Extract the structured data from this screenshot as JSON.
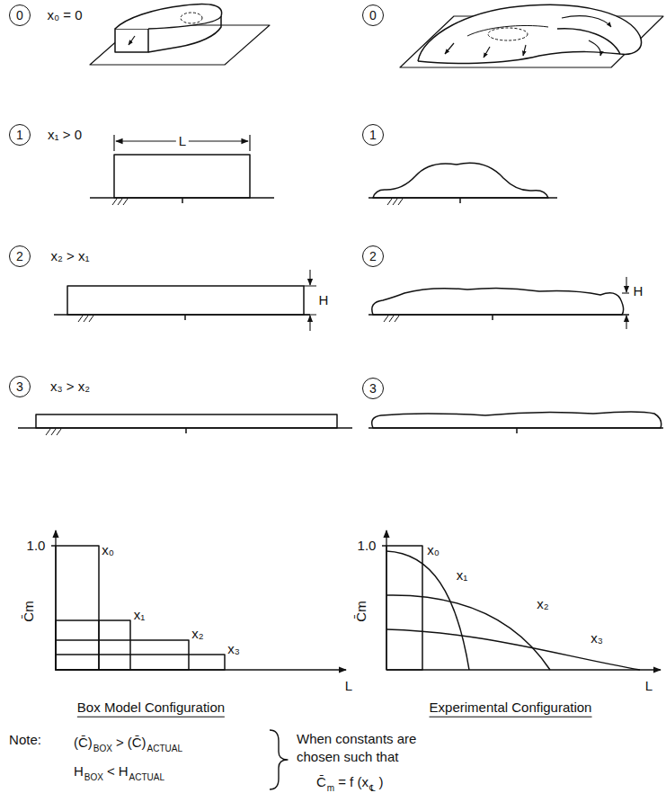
{
  "diagram": {
    "nodes": [
      {
        "text": [
          "0"
        ]
      },
      {
        "text": [
          "0"
        ]
      },
      {
        "text": [
          "1"
        ]
      },
      {
        "text": [
          "1"
        ]
      },
      {
        "text": [
          "2"
        ]
      },
      {
        "text": [
          "2"
        ]
      },
      {
        "text": [
          "3"
        ]
      },
      {
        "text": [
          "3"
        ]
      }
    ],
    "labels": [
      "x₀ = 0",
      "L",
      "x₁ > 0",
      "x₂ > x₁",
      "H",
      "H",
      "x₃ > x₂",
      "1.0",
      "x₀",
      "C̄m",
      "x₁",
      "x₂",
      "x₃",
      "L",
      "1.0",
      "x₀",
      "C̄m",
      "x₁",
      "x₂",
      "x₃",
      "L",
      "Box Model Configuration",
      "Experimental Configuration",
      "Note:",
      "(C̄)",
      "BOX",
      ">",
      "(C̄)",
      "ACTUAL",
      "H",
      "BOX",
      "<",
      "H",
      "ACTUAL",
      "When constants are chosen such that",
      "C̄",
      "m",
      "= f (x",
      "℄",
      ")"
    ]
  }
}
